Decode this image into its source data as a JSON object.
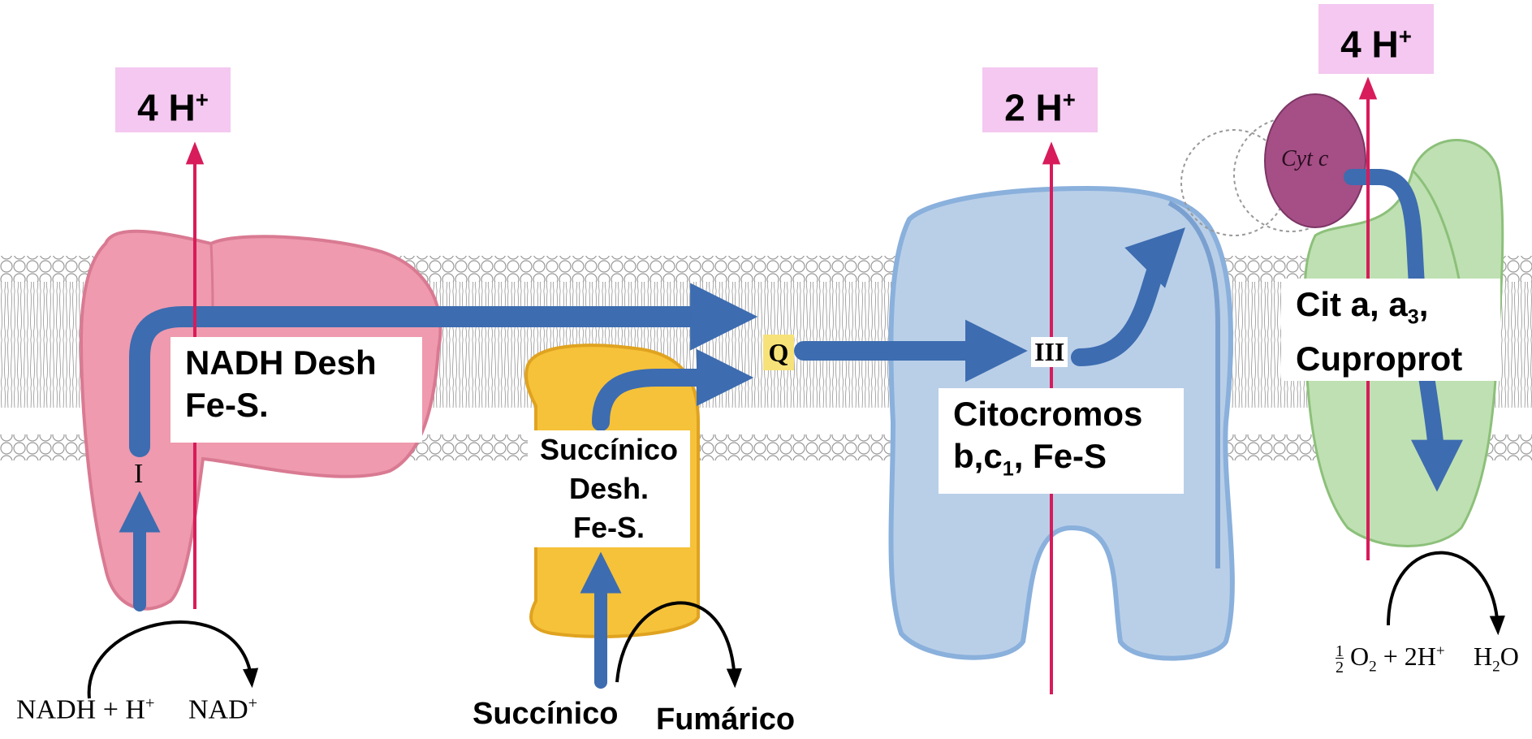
{
  "protons": {
    "complex1": {
      "count": "4 H",
      "sign": "+"
    },
    "complex3": {
      "count": "2 H",
      "sign": "+"
    },
    "complex4": {
      "count": "4 H",
      "sign": "+"
    }
  },
  "complexes": {
    "c1": {
      "line1": "NADH Desh",
      "line2": "Fe-S.",
      "roman": "I"
    },
    "c2": {
      "line1": "Succínico",
      "line2": "Desh.",
      "line3": "Fe-S."
    },
    "c3": {
      "line1": "Citocromos",
      "line2a": "b,c",
      "line2sub": "1",
      "line2b": ", Fe-S",
      "roman": "III"
    },
    "c4": {
      "line1a": "Cit a, a",
      "line1sub": "3",
      "line1b": ",",
      "line2": "Cuproprot"
    }
  },
  "carriers": {
    "q": "Q",
    "cytc": "Cyt c"
  },
  "substrates": {
    "nadh": "NADH + H",
    "nadh_sup": "+",
    "nad": "NAD",
    "nad_sup": "+",
    "succinico": "Succínico",
    "fumarico": "Fumárico",
    "oxygen_half_num": "1",
    "oxygen_half_den": "2",
    "oxygen": "O",
    "oxygen_sub": "2",
    "oxygen_plus": " + 2H",
    "oxygen_plus_sup": "+",
    "water": "H",
    "water_sub": "2",
    "water_o": "O"
  },
  "colors": {
    "complex1": "#ef9aae",
    "complex2": "#f6c23a",
    "complex3": "#b9cfe8",
    "complex4": "#bfe0b2",
    "cytc": "#a54f86",
    "electron_arrow": "#3d6cb0",
    "proton_arrow": "#d81b5a",
    "proton_box": "#f4c8f0",
    "q_box": "#f7e27a"
  }
}
